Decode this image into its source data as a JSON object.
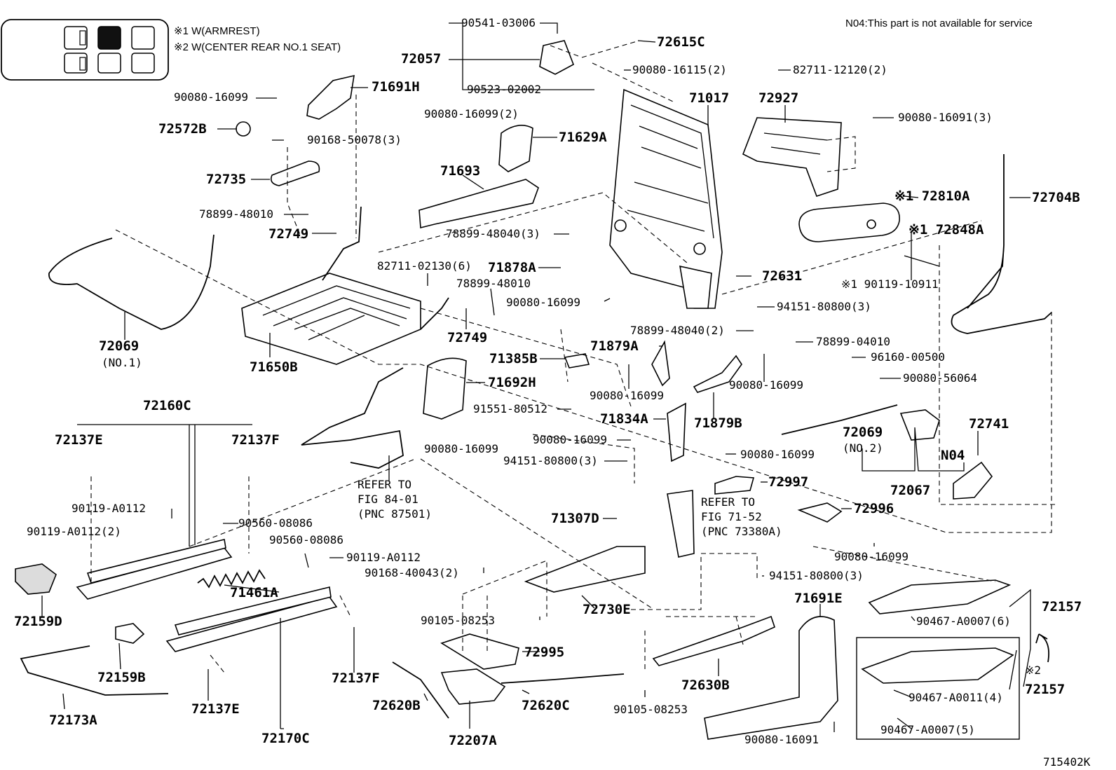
{
  "legend": {
    "note1": "※1 W(ARMREST)",
    "note2": "※2 W(CENTER REAR NO.1 SEAT)",
    "n04_note": "N04:This part is not available for service"
  },
  "figure_id": "715402K",
  "labels": {
    "p90541_03006": "90541-03006",
    "p72057": "72057",
    "p72615C": "72615C",
    "p90080_16115_2": "90080-16115(2)",
    "p82711_12120_2": "82711-12120(2)",
    "p90523_02002": "90523-02002",
    "p71691H": "71691H",
    "p90080_16099_a": "90080-16099",
    "p72572B": "72572B",
    "p90168_50078_3": "90168-50078(3)",
    "p72735": "72735",
    "p78899_48010_a": "78899-48010",
    "p72749_a": "72749",
    "p90080_16099_2": "90080-16099(2)",
    "p71629A": "71629A",
    "p71693": "71693",
    "p71017": "71017",
    "p72927": "72927",
    "p90080_16091_3": "90080-16091(3)",
    "p72704B": "72704B",
    "p72810A": "※1 72810A",
    "p72848A": "※1 72848A",
    "p90119_10911": "※1 90119-10911",
    "p78899_48040_3": "78899-48040(3)",
    "p82711_02130_6": "82711-02130(6)",
    "p71878A": "71878A",
    "p78899_48010_b": "78899-48010",
    "p72631": "72631",
    "p90080_16099_b": "90080-16099",
    "p94151_80800_3a": "94151-80800(3)",
    "p72069_1": "72069",
    "p72069_1_sub": "(NO.1)",
    "p71650B": "71650B",
    "p72749_b": "72749",
    "p78899_48040_2": "78899-48040(2)",
    "p78899_04010": "78899-04010",
    "p71879A": "71879A",
    "p71385B": "71385B",
    "p90080_16099_c": "90080-16099",
    "p90080_16099_d": "90080-16099",
    "p96160_00500": "96160-00500",
    "p90080_56064": "90080-56064",
    "p72160C": "72160C",
    "p71692H": "71692H",
    "p91551_80512": "91551-80512",
    "p71879B": "71879B",
    "p72069_2": "72069",
    "p72069_2_sub": "(NO.2)",
    "p72741": "72741",
    "p72137E_a": "72137E",
    "p72137F_a": "72137F",
    "p90080_16099_e": "90080-16099",
    "p71834A": "71834A",
    "p90080_16099_f": "90080-16099",
    "pN04": "N04",
    "p94151_80800_3b": "94151-80800(3)",
    "p90080_16099_g": "90080-16099",
    "p72067": "72067",
    "p72997": "72997",
    "refer1_a": "REFER TO",
    "refer1_b": "FIG 84-01",
    "refer1_c": "(PNC 87501)",
    "refer2_a": "REFER TO",
    "refer2_b": "FIG 71-52",
    "refer2_c": "(PNC 73380A)",
    "p90119_A0112_a": "90119-A0112",
    "p90119_A0112_2": "90119-A0112(2)",
    "p90560_08086_a": "90560-08086",
    "p90560_08086_b": "90560-08086",
    "p90119_A0112_b": "90119-A0112",
    "p71307D": "71307D",
    "p72996": "72996",
    "p90168_40043_2": "90168-40043(2)",
    "p90080_16099_h": "90080-16099",
    "p94151_80800_3c": "94151-80800(3)",
    "p71461A": "71461A",
    "p72730E": "72730E",
    "p71691E": "71691E",
    "p72157_a": "72157",
    "p72159D": "72159D",
    "p90105_08253_a": "90105-08253",
    "p90467_A0007_6": "90467-A0007(6)",
    "p72159B": "72159B",
    "p72995": "72995",
    "p72137F_b": "72137F",
    "p72630B": "72630B",
    "p72157_b": "72157",
    "p90467_A0011_4": "90467-A0011(4)",
    "p72620B": "72620B",
    "p72620C": "72620C",
    "p90105_08253_b": "90105-08253",
    "p72137E_b": "72137E",
    "p72173A": "72173A",
    "p90080_16091": "90080-16091",
    "p90467_A0007_5": "90467-A0007(5)",
    "p72170C": "72170C",
    "p72207A": "72207A",
    "p_note2_mark": "※2"
  }
}
